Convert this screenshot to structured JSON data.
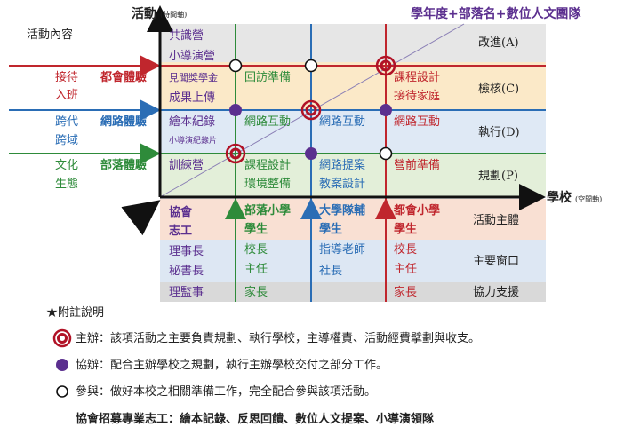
{
  "axis": {
    "y_title": "活動",
    "y_sub": "(時間軸)",
    "x_title": "學校",
    "x_sub": "(空間軸)",
    "top_right_title": "學年度+部落名+數位人文團隊"
  },
  "left_header": "活動內容",
  "rows_left": [
    {
      "l1": "接待",
      "l2": "入班",
      "tag": "都會體驗",
      "color": "#c0262d"
    },
    {
      "l1": "跨代",
      "l2": "跨域",
      "tag": "網路體驗",
      "color": "#2a6db5"
    },
    {
      "l1": "文化",
      "l2": "生態",
      "tag": "部落體驗",
      "color": "#2e8b3a"
    }
  ],
  "phases": [
    {
      "label": "改進(A)"
    },
    {
      "label": "檢核(C)"
    },
    {
      "label": "執行(D)"
    },
    {
      "label": "規劃(P)"
    }
  ],
  "cells": {
    "c1a": "共識營",
    "c1b": "小導演營",
    "c2a": "見聞獎學金",
    "c2b": "成果上傳",
    "c2mid": "回訪準備",
    "c2right1": "課程設計",
    "c2right2": "接待家庭",
    "c3a": "繪本紀錄",
    "c3b": "小導演紀錄片",
    "c3mid1": "網路互動",
    "c3mid2": "網路互動",
    "c3right": "網路互動",
    "c4a": "訓練營",
    "c4b1": "課程設計",
    "c4b2": "環境整備",
    "c4c1": "網路提案",
    "c4c2": "教案設計",
    "c4d": "營前準備"
  },
  "columns": [
    {
      "head1": "協會",
      "head2": "志工",
      "role1": "理事長",
      "role2": "秘書長",
      "role3": "理監事"
    },
    {
      "head1": "部落小學",
      "head2": "學生",
      "role1": "校長",
      "role2": "主任",
      "role3": "家長"
    },
    {
      "head1": "大學隊輔",
      "head2": "學生",
      "role1": "指導老師",
      "role2": "社長",
      "role3": ""
    },
    {
      "head1": "都會小學",
      "head2": "學生",
      "role1": "校長",
      "role2": "主任",
      "role3": "家長"
    }
  ],
  "bottom_labels": [
    "活動主體",
    "主要窗口",
    "協力支援"
  ],
  "legend": {
    "title": "★附註說明",
    "items": [
      {
        "text": "主辦：該項活動之主要負責規劃、執行學校，主導權責、活動經費擘劃與收支。"
      },
      {
        "text": "協辦：配合主辦學校之規劃，執行主辦學校交付之部分工作。"
      },
      {
        "text": "參與：做好本校之相關準備工作，完全配合參與該項活動。"
      }
    ],
    "footer": "協會招募專業志工：繪本記錄、反思回饋、數位人文提案、小導演領隊"
  },
  "colors": {
    "red": "#c0262d",
    "blue": "#2a6db5",
    "green": "#2e8b3a",
    "purple": "#5b2f8f",
    "row_a": "#e6e6e6",
    "row_c": "#fbe9c8",
    "row_d": "#dfe9f5",
    "row_p": "#e3efd9",
    "bottom1": "#f9e0d3",
    "bottom2": "#dde7f3",
    "bottom3": "#d9d9d9"
  }
}
